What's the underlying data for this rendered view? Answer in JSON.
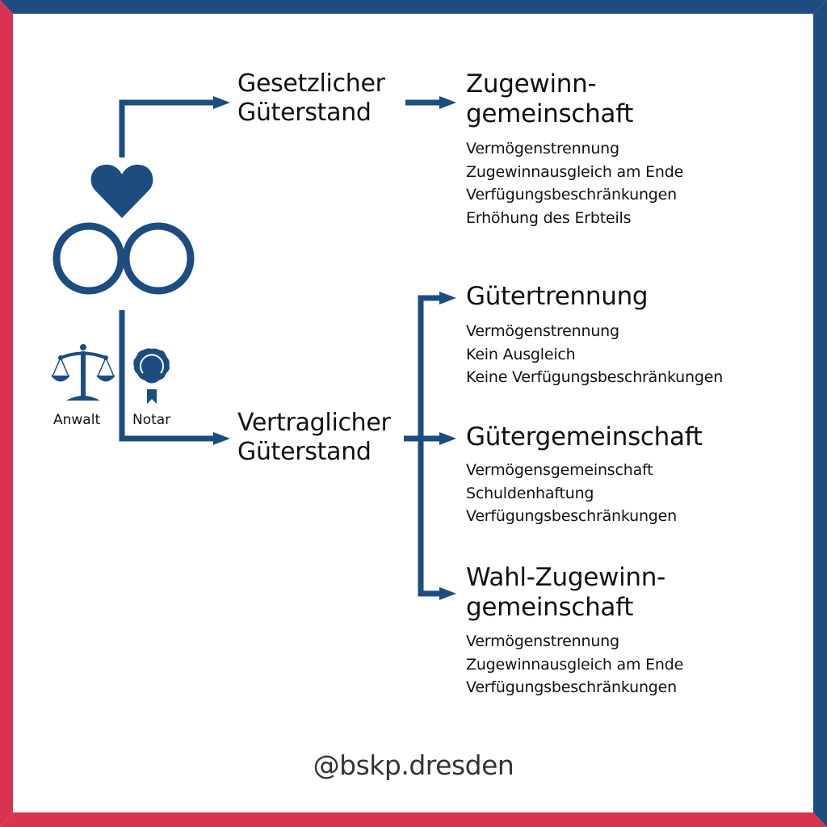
{
  "colors": {
    "primary_blue": "#1c4c80",
    "accent_red": "#d9344f",
    "background": "#ffffff",
    "text": "#111111",
    "handle_text": "#333333"
  },
  "center": {
    "icons": [
      "heart-icon",
      "wedding-rings-icon"
    ],
    "advisors": [
      {
        "label": "Anwalt",
        "icon": "scales-of-justice-icon"
      },
      {
        "label": "Notar",
        "icon": "seal-rosette-icon"
      }
    ]
  },
  "branches": {
    "statutory": {
      "title_line1": "Gesetzlicher",
      "title_line2": "Güterstand",
      "option": {
        "title_line1": "Zugewinn-",
        "title_line2": "gemeinschaft",
        "features": [
          "Vermögenstrennung",
          "Zugewinnausgleich am Ende",
          "Verfügungsbeschränkungen",
          "Erhöhung des Erbteils"
        ]
      }
    },
    "contractual": {
      "title_line1": "Vertraglicher",
      "title_line2": "Güterstand",
      "options": [
        {
          "title_line1": "Gütertrennung",
          "features": [
            "Vermögenstrennung",
            "Kein Ausgleich",
            "Keine Verfügungsbeschränkungen"
          ]
        },
        {
          "title_line1": "Gütergemeinschaft",
          "features": [
            "Vermögensgemeinschaft",
            "Schuldenhaftung",
            "Verfügungsbeschränkungen"
          ]
        },
        {
          "title_line1": "Wahl-Zugewinn-",
          "title_line2": "gemeinschaft",
          "features": [
            "Vermögenstrennung",
            "Zugewinnausgleich am Ende",
            "Verfügungsbeschränkungen"
          ]
        }
      ]
    }
  },
  "footer": {
    "handle": "@bskp.dresden"
  }
}
